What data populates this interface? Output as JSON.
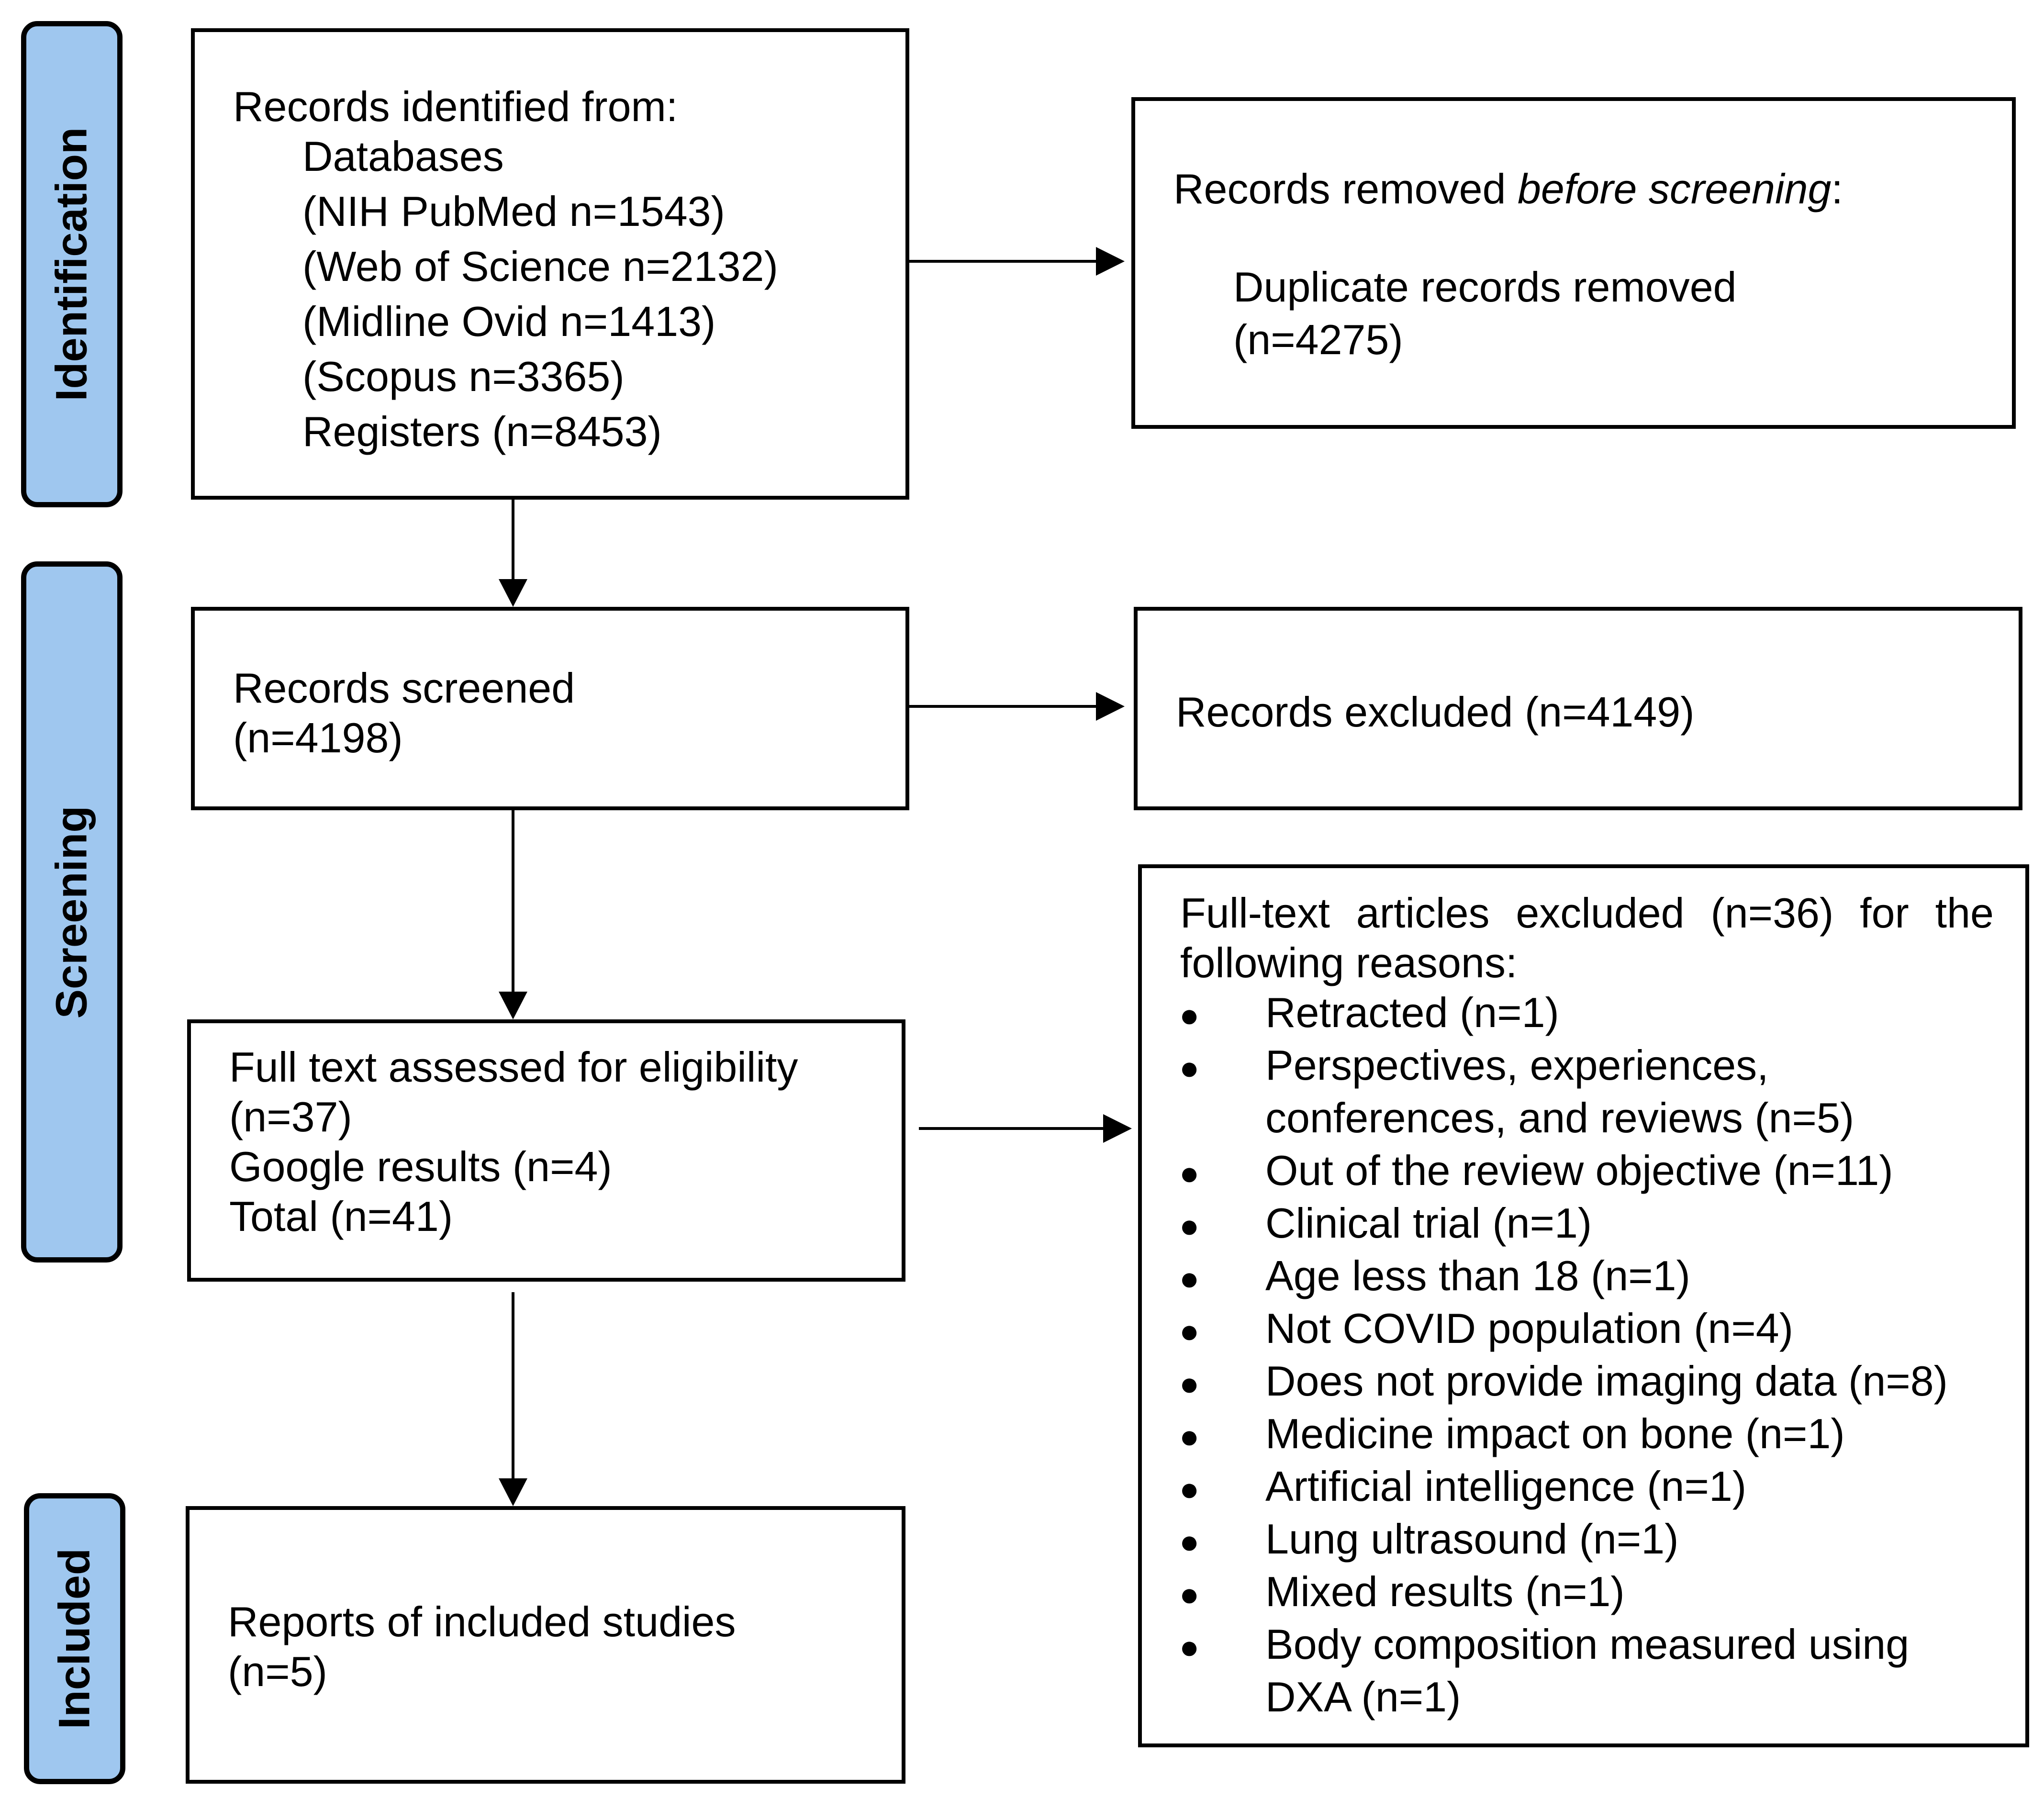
{
  "phases": {
    "identification": "Identification",
    "screening": "Screening",
    "included": "Included"
  },
  "identified": {
    "title": "Records identified from:",
    "databases": "Databases",
    "pubmed": "(NIH PubMed n=1543)",
    "wos": "(Web of Science n=2132)",
    "ovid": "(Midline Ovid n=1413)",
    "scopus": "(Scopus n=3365)",
    "registers": "Registers (n=8453)"
  },
  "removed": {
    "title_prefix": "Records removed ",
    "title_italic": "before screening",
    "title_suffix": ":",
    "line1": "Duplicate records removed",
    "line2": "(n=4275)"
  },
  "screened": {
    "line1": "Records screened",
    "line2": "(n=4198)"
  },
  "excluded": {
    "text": "Records excluded (n=4149)"
  },
  "fulltext": {
    "line1": "Full text assessed for eligibility",
    "line2": "(n=37)",
    "line3": "Google results (n=4)",
    "line4": "Total (n=41)"
  },
  "fulltext_excluded": {
    "header1": "Full-text articles excluded (n=36) for the",
    "header2": "following reasons:",
    "reasons": [
      [
        "Retracted (n=1)"
      ],
      [
        "Perspectives, experiences,",
        "conferences, and reviews (n=5)"
      ],
      [
        "Out of the review objective (n=11)"
      ],
      [
        "Clinical trial (n=1)"
      ],
      [
        "Age less than 18 (n=1)"
      ],
      [
        "Not COVID population (n=4)"
      ],
      [
        "Does not provide imaging data (n=8)"
      ],
      [
        "Medicine impact on bone (n=1)"
      ],
      [
        "Artificial intelligence (n=1)"
      ],
      [
        "Lung ultrasound (n=1)"
      ],
      [
        "Mixed results (n=1)"
      ],
      [
        "Body composition measured using",
        "DXA (n=1)"
      ]
    ]
  },
  "included_box": {
    "line1": "Reports of included studies",
    "line2": "(n=5)"
  }
}
